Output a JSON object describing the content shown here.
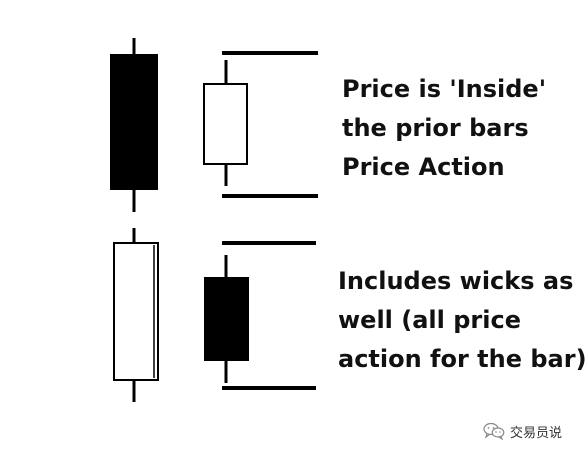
{
  "captions": {
    "top": [
      "Price is 'Inside'",
      "the prior bars",
      "Price Action"
    ],
    "bottom": [
      "Includes wicks as",
      "well (all price",
      "action for the bar)"
    ]
  },
  "watermark": {
    "text": "交易员说",
    "icon": "wechat-icon"
  },
  "colors": {
    "ink": "#000000",
    "background": "#ffffff"
  }
}
